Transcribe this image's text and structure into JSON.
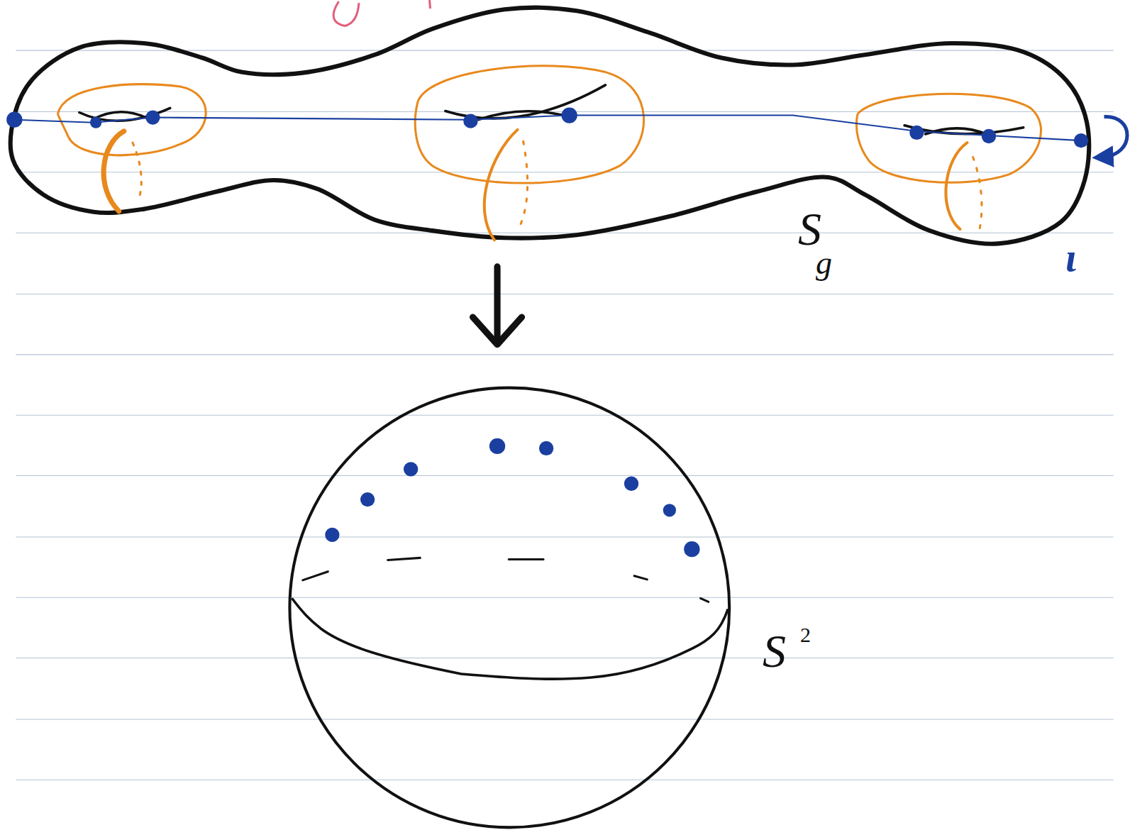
{
  "diagram": {
    "labels": [
      "S",
      "g",
      "S",
      "2",
      "ι"
    ]
  }
}
